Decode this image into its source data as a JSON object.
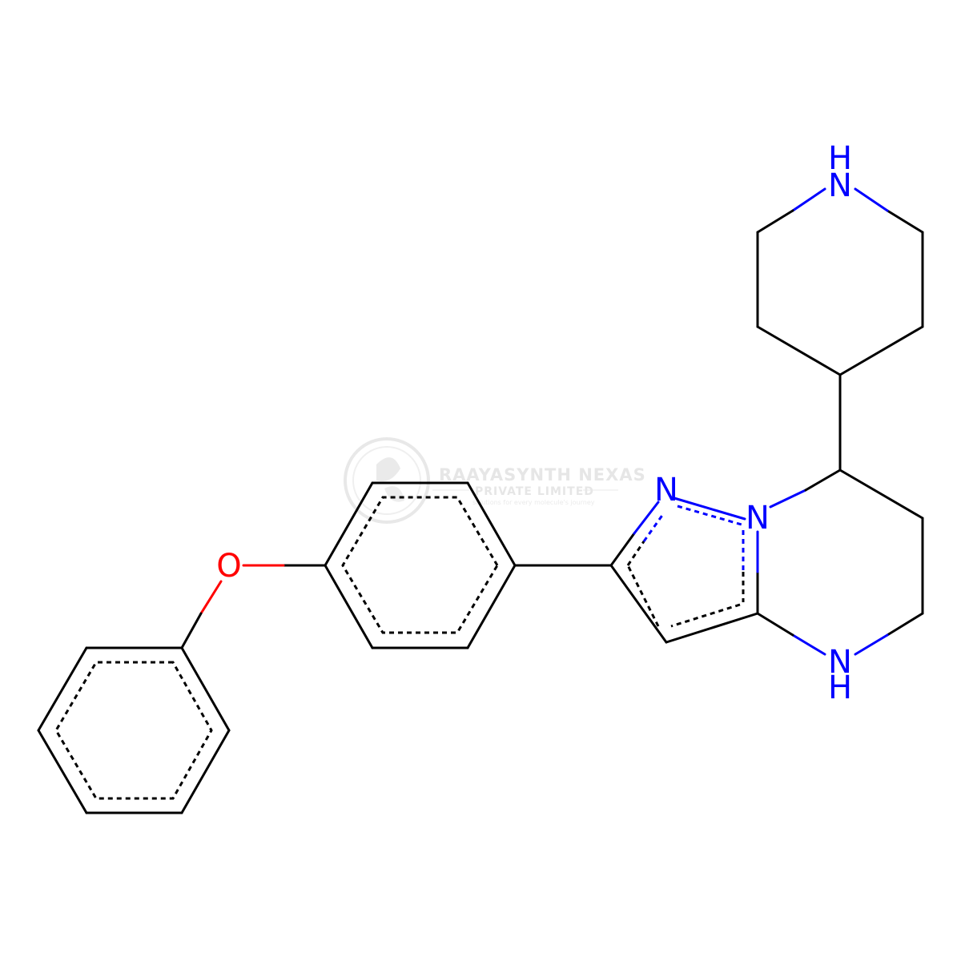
{
  "watermark": {
    "title": "RAAYASYNTH NEXAS",
    "subtitle": "PRIVATE LIMITED",
    "tagline": "solutions for every molecule's journey"
  },
  "atoms": {
    "n_pip": "N",
    "h_pip": "H",
    "n1": "N",
    "n2": "N",
    "nh": "N",
    "h_nh": "H",
    "o": "O"
  },
  "colors": {
    "carbon_bond": "#000000",
    "nitrogen": "#0000ff",
    "oxygen": "#ff0000",
    "watermark": "#d9d9d9"
  }
}
